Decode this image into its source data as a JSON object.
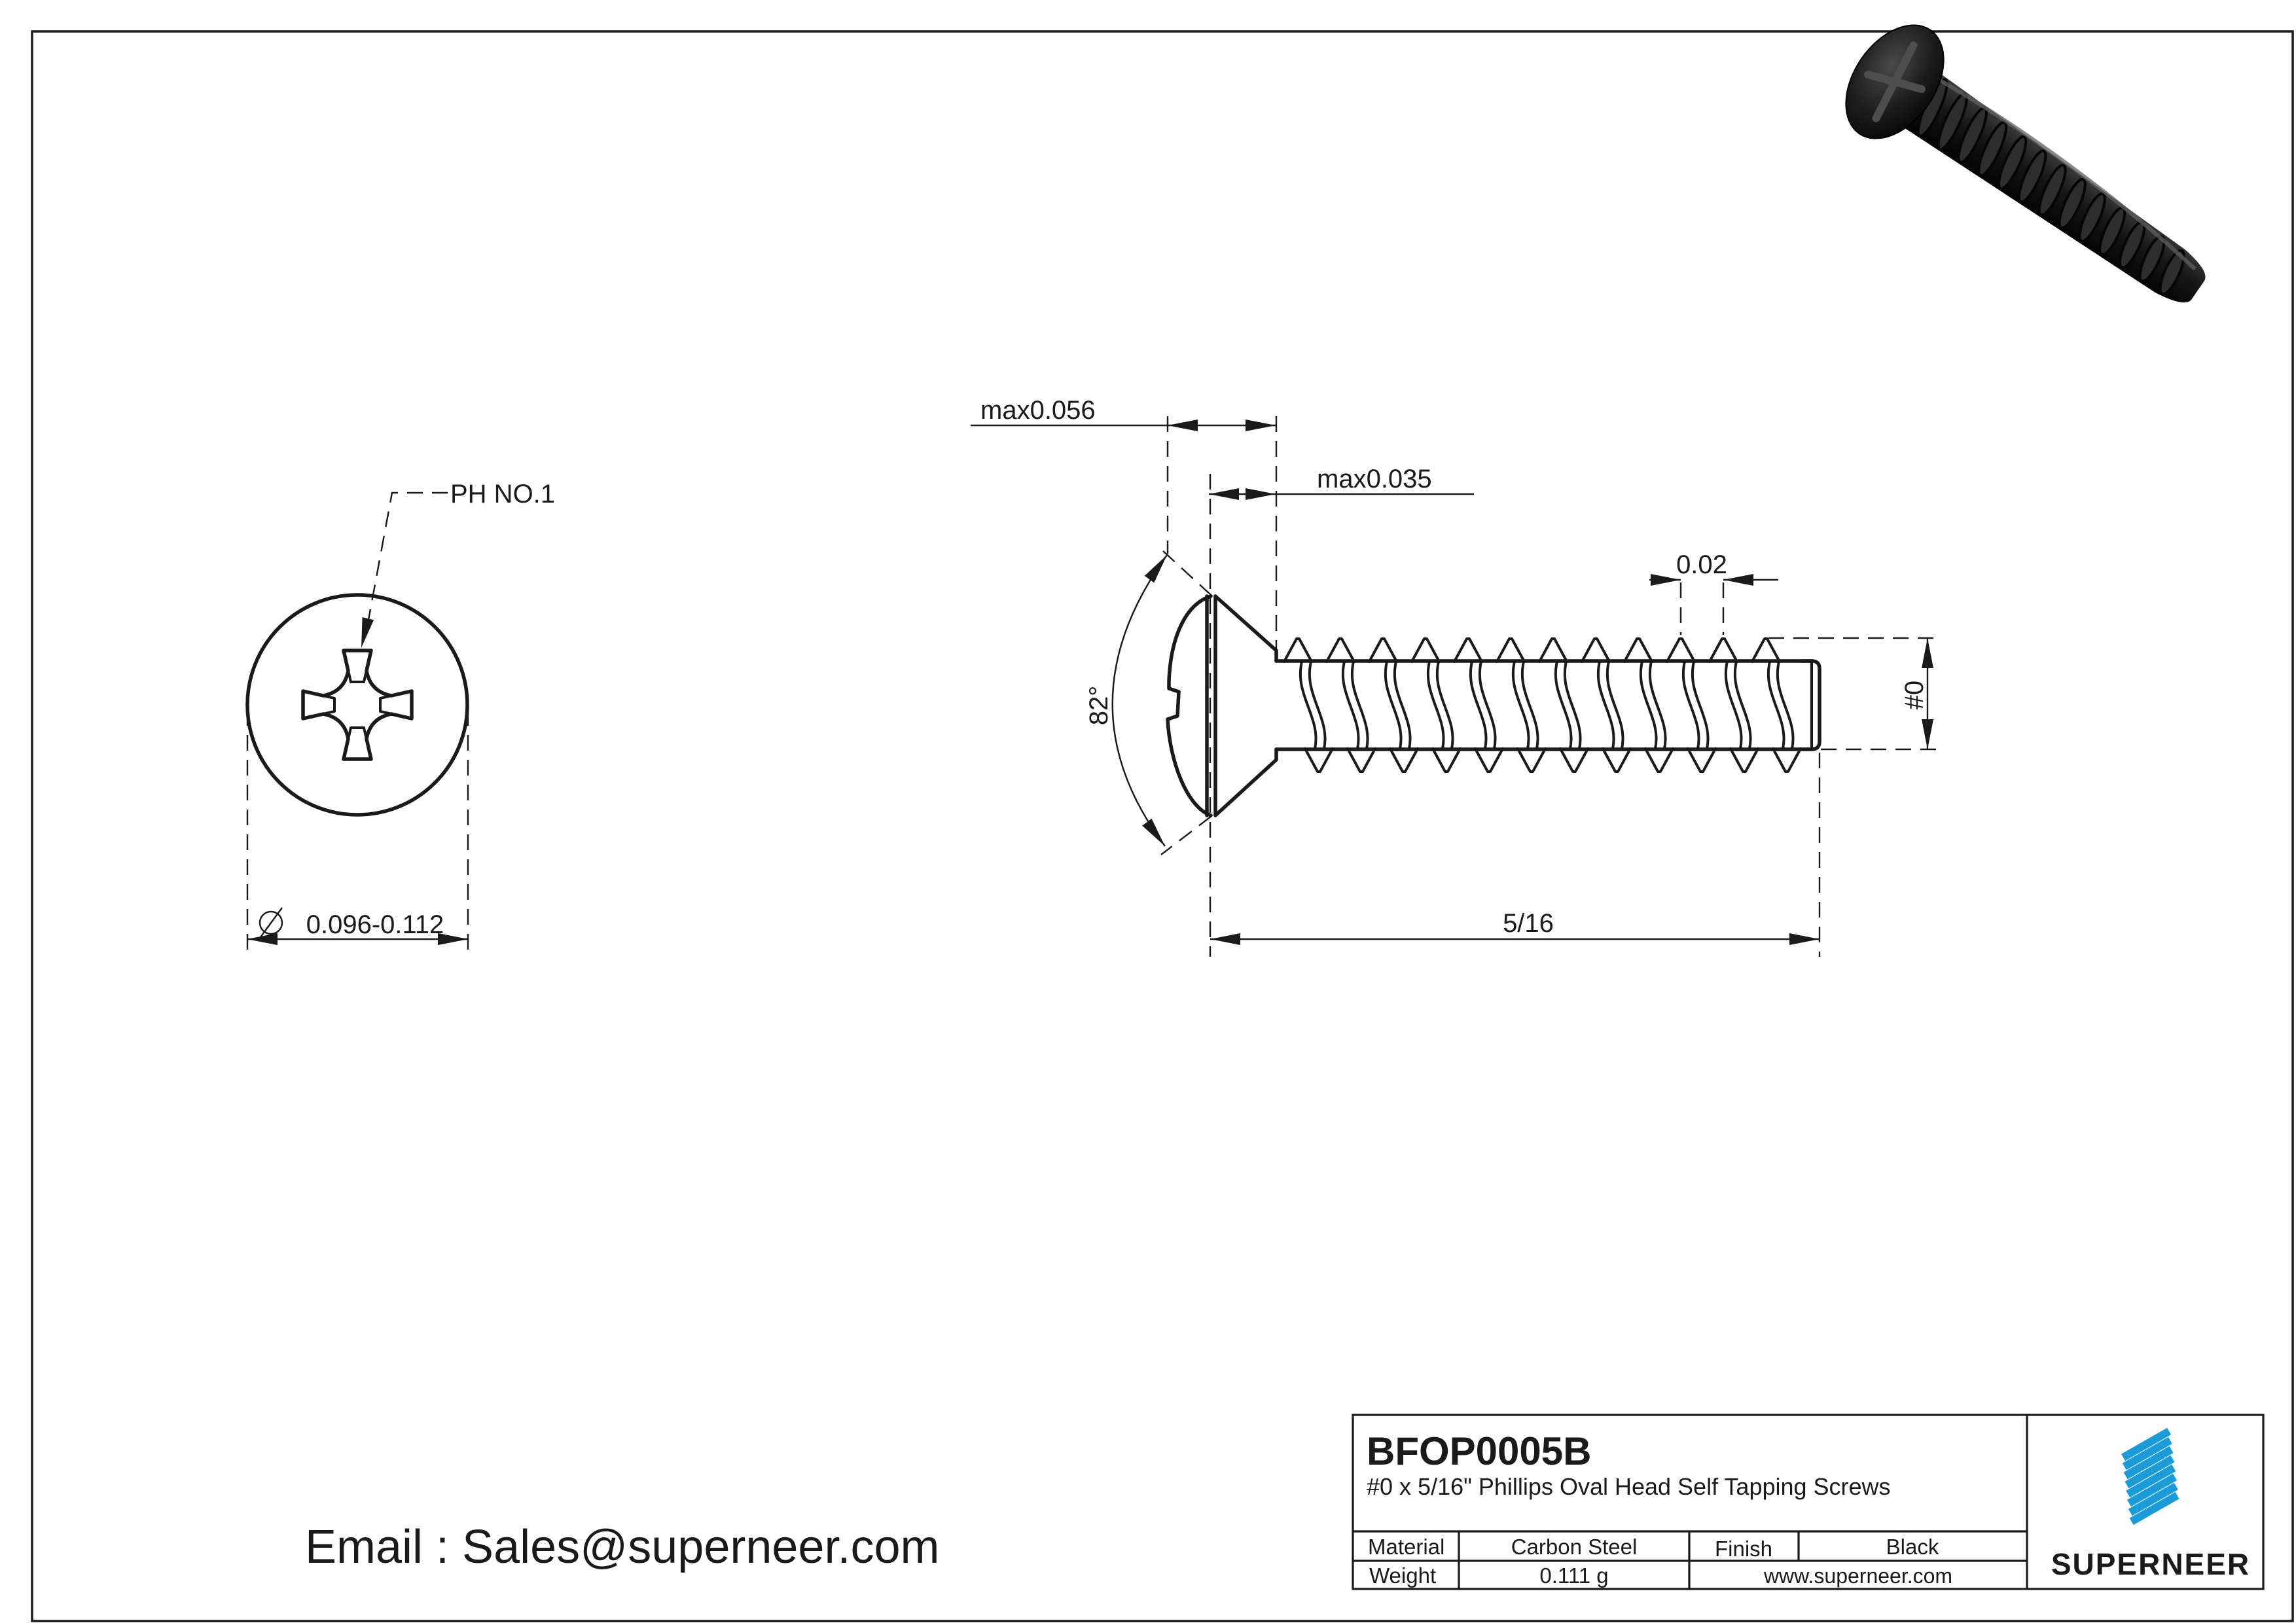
{
  "drawing": {
    "part_number": "BFOP0005B",
    "description": "#0 x 5/16\" Phillips Oval Head Self Tapping Screws",
    "material_label": "Material",
    "material_value": "Carbon Steel",
    "finish_label": "Finish",
    "finish_value": "Black",
    "weight_label": "Weight",
    "weight_value": "0.111 g",
    "website": "www.superneer.com",
    "brand": "SUPERNEER",
    "email": "Email : Sales@superneer.com"
  },
  "dimensions": {
    "recess_callout": "PH NO.1",
    "head_diameter_range": "0.096-0.112",
    "head_height_max": "max0.056",
    "dome_height_max": "max0.035",
    "head_angle": "82°",
    "thread_pitch": "0.02",
    "thread_size": "#0",
    "screw_length": "5/16"
  },
  "colors": {
    "brand_blue": "#1b9cd8",
    "line_black": "#1a1a1a"
  }
}
